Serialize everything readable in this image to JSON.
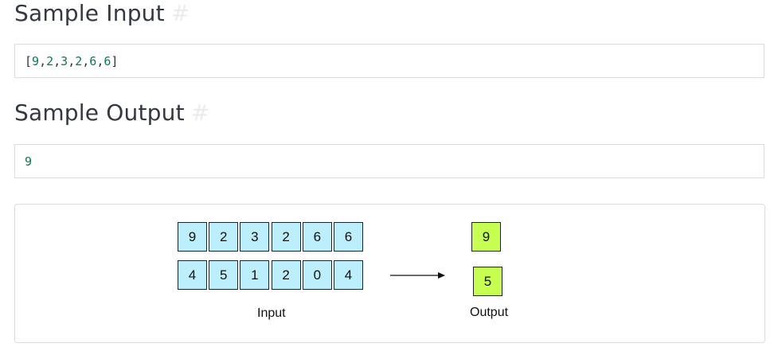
{
  "sections": {
    "input": {
      "title": "Sample Input",
      "anchor": "#",
      "code_parts": [
        {
          "t": "[",
          "k": "punc"
        },
        {
          "t": "9",
          "k": "num"
        },
        {
          "t": ",",
          "k": "punc"
        },
        {
          "t": "2",
          "k": "num"
        },
        {
          "t": ",",
          "k": "punc"
        },
        {
          "t": "3",
          "k": "num"
        },
        {
          "t": ",",
          "k": "punc"
        },
        {
          "t": "2",
          "k": "num"
        },
        {
          "t": ",",
          "k": "punc"
        },
        {
          "t": "6",
          "k": "num"
        },
        {
          "t": ",",
          "k": "punc"
        },
        {
          "t": "6",
          "k": "num"
        },
        {
          "t": "]",
          "k": "punc"
        }
      ]
    },
    "output": {
      "title": "Sample Output",
      "anchor": "#",
      "code_parts": [
        {
          "t": "9",
          "k": "num"
        }
      ]
    }
  },
  "figure": {
    "input_rows": [
      [
        "9",
        "2",
        "3",
        "2",
        "6",
        "6"
      ],
      [
        "4",
        "5",
        "1",
        "2",
        "0",
        "4"
      ]
    ],
    "output_values": [
      "9",
      "5"
    ],
    "input_caption": "Input",
    "output_caption": "Output"
  },
  "colors": {
    "input_cell": "#bdeefc",
    "output_cell": "#c6ff52",
    "number_text": "#0b7a4a"
  }
}
